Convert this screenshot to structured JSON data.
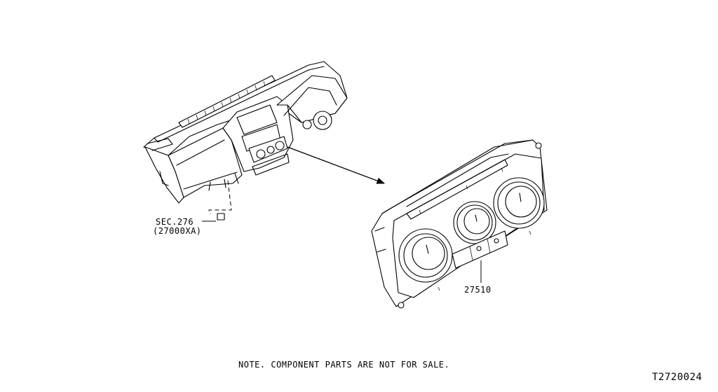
{
  "labels": {
    "sec_ref": "SEC.276",
    "sec_part": "(27000XA)",
    "part_number": "27510",
    "note": "NOTE. COMPONENT PARTS ARE NOT FOR SALE.",
    "diagram_code": "T2720024"
  },
  "colors": {
    "line": "#000000",
    "background": "#ffffff"
  },
  "icons": [
    "dashboard-illustration",
    "heater-control-unit-illustration",
    "arrow-icon"
  ]
}
